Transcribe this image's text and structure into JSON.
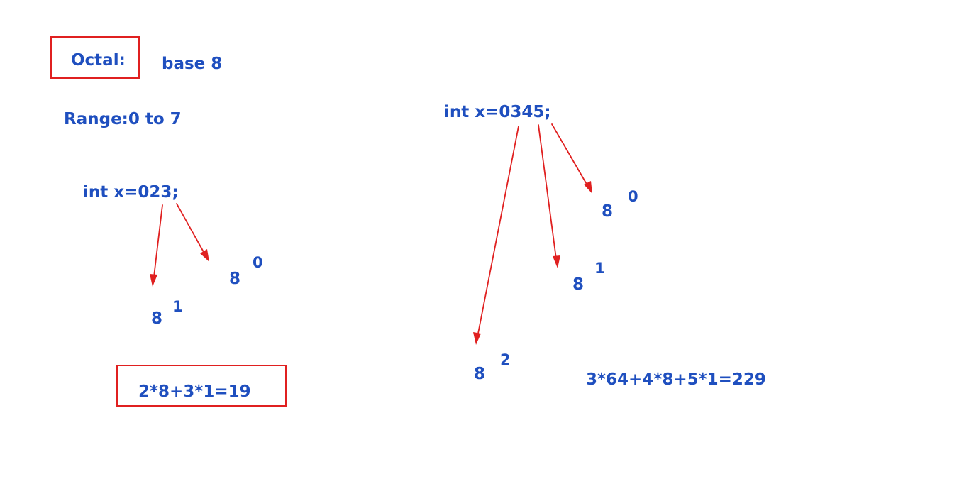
{
  "colors": {
    "text": "#1f4fbf",
    "annotation": "#e02020",
    "background": "#ffffff"
  },
  "header": {
    "title": "Octal:",
    "subtitle": "base 8"
  },
  "range": "Range:0 to 7",
  "example1": {
    "declaration": "int x=023;",
    "place_values": [
      {
        "base": "8",
        "exponent": "1"
      },
      {
        "base": "8",
        "exponent": "0"
      }
    ],
    "computation": "2*8+3*1=19"
  },
  "example2": {
    "declaration": "int x=0345;",
    "place_values": [
      {
        "base": "8",
        "exponent": "2"
      },
      {
        "base": "8",
        "exponent": "1"
      },
      {
        "base": "8",
        "exponent": "0"
      }
    ],
    "computation": "3*64+4*8+5*1=229"
  }
}
